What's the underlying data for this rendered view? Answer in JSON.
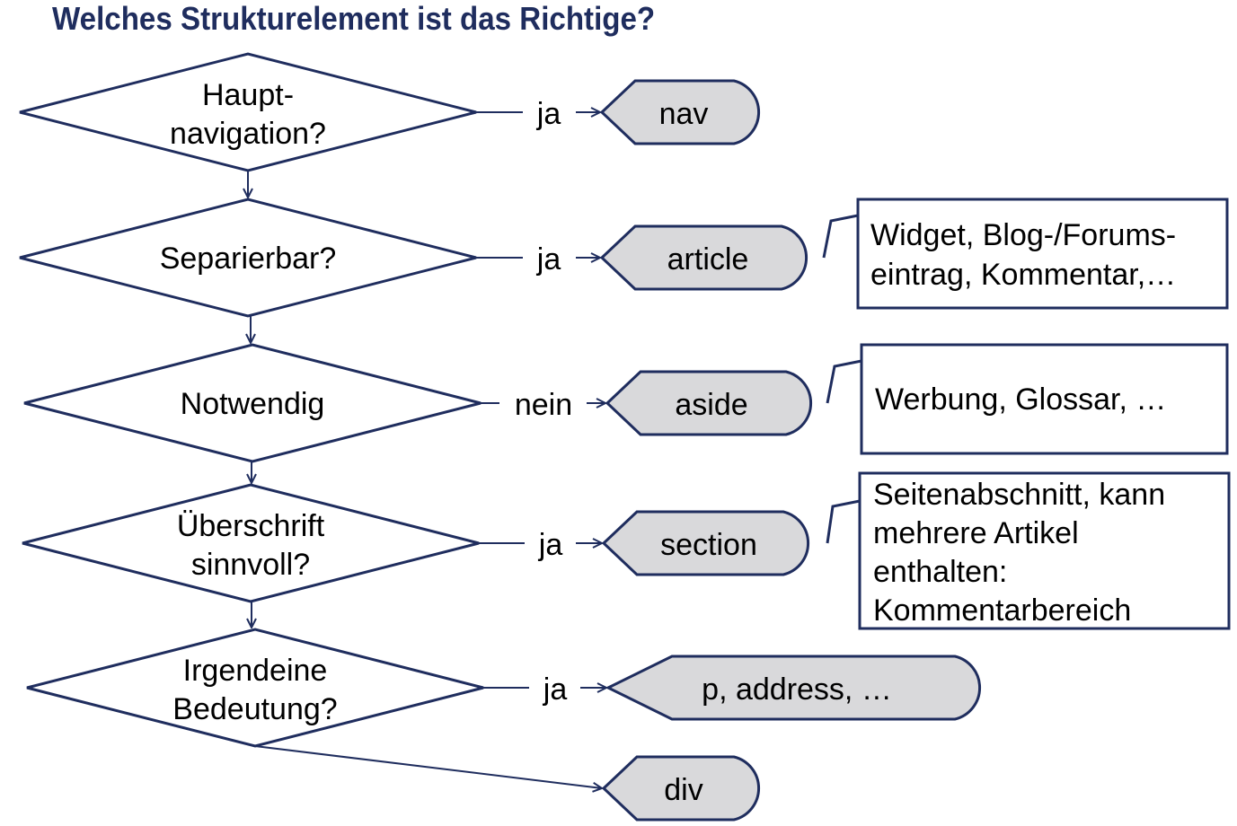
{
  "title": "Welches Strukturelement ist das Richtige?",
  "colors": {
    "stroke": "#1f2d5e",
    "terminal_fill": "#d9d9db",
    "title": "#1f2d5e"
  },
  "decisions": [
    {
      "lines": [
        "Haupt-",
        "navigation?"
      ]
    },
    {
      "lines": [
        "Separierbar?"
      ]
    },
    {
      "lines": [
        "Notwendig"
      ]
    },
    {
      "lines": [
        "Überschrift",
        "sinnvoll?"
      ]
    },
    {
      "lines": [
        "Irgendeine",
        "Bedeutung?"
      ]
    }
  ],
  "branch_labels": [
    "ja",
    "ja",
    "nein",
    "ja",
    "ja"
  ],
  "elements": [
    "nav",
    "article",
    "aside",
    "section",
    "p, address, …",
    "div"
  ],
  "notes": [
    {
      "lines": [
        "Widget, Blog-/Forums-",
        "eintrag, Kommentar,…"
      ]
    },
    {
      "lines": [
        "Werbung, Glossar, …"
      ]
    },
    {
      "lines": [
        "Seitenabschnitt, kann",
        "mehrere Artikel",
        "enthalten:",
        "Kommentarbereich"
      ]
    }
  ]
}
